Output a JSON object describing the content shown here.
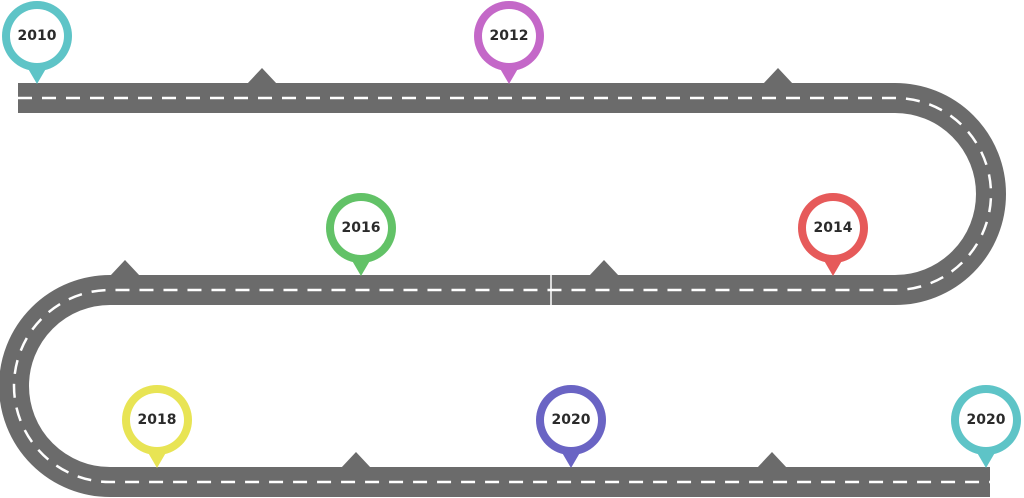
{
  "road": {
    "asphalt_color": "#6b6b6b",
    "dash_color": "#ffffff"
  },
  "milestones": [
    {
      "label": "2010",
      "color": "#5ec4c7"
    },
    {
      "label": "2012",
      "color": "#c468c8"
    },
    {
      "label": "2014",
      "color": "#e65a5a"
    },
    {
      "label": "2016",
      "color": "#62c267"
    },
    {
      "label": "2018",
      "color": "#e8e454"
    },
    {
      "label": "2020",
      "color": "#6a64c4"
    },
    {
      "label": "2020",
      "color": "#5ec4c7"
    }
  ]
}
